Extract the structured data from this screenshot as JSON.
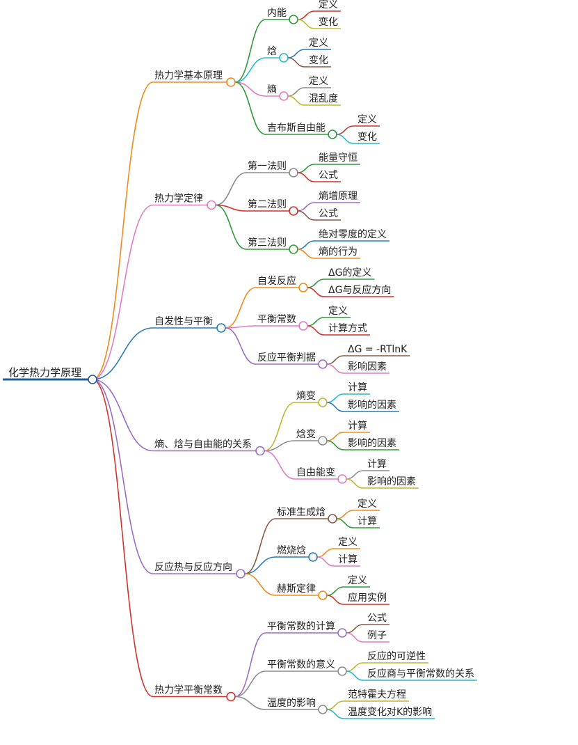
{
  "root": {
    "label": "化学热力学原理",
    "color": "#1f5fa0"
  },
  "branches": [
    {
      "label": "热力学基本原理",
      "color": "#f08a1c",
      "children": [
        {
          "label": "内能",
          "color": "#2e9a3a",
          "leaves": [
            {
              "label": "定义",
              "color": "#d2322d"
            },
            {
              "label": "变化",
              "color": "#c9b82c"
            }
          ]
        },
        {
          "label": "焓",
          "color": "#22b9c9",
          "leaves": [
            {
              "label": "定义",
              "color": "#2a7ab8"
            },
            {
              "label": "变化",
              "color": "#8a5a44"
            }
          ]
        },
        {
          "label": "熵",
          "color": "#e07bc4",
          "leaves": [
            {
              "label": "定义",
              "color": "#8c8c8c"
            },
            {
              "label": "混乱度",
              "color": "#bdb531"
            }
          ]
        },
        {
          "label": "吉布斯自由能",
          "color": "#2e9a3a",
          "leaves": [
            {
              "label": "定义",
              "color": "#d2322d"
            },
            {
              "label": "变化",
              "color": "#22b9c9"
            }
          ]
        }
      ]
    },
    {
      "label": "热力学定律",
      "color": "#e07bc4",
      "children": [
        {
          "label": "第一法则",
          "color": "#8c8c8c",
          "leaves": [
            {
              "label": "能量守恒",
              "color": "#2e9a3a"
            },
            {
              "label": "公式",
              "color": "#d2322d"
            }
          ]
        },
        {
          "label": "第二法则",
          "color": "#d2322d",
          "leaves": [
            {
              "label": "熵增原理",
              "color": "#9b6bc8"
            },
            {
              "label": "公式",
              "color": "#8a5a44"
            }
          ]
        },
        {
          "label": "第三法则",
          "color": "#2e9a3a",
          "leaves": [
            {
              "label": "绝对零度的定义",
              "color": "#2a7ab8"
            },
            {
              "label": "熵的行为",
              "color": "#f08a1c"
            }
          ]
        }
      ]
    },
    {
      "label": "自发性与平衡",
      "color": "#2a7ab8",
      "children": [
        {
          "label": "自发反应",
          "color": "#f08a1c",
          "leaves": [
            {
              "label": "ΔG的定义",
              "color": "#2e9a3a"
            },
            {
              "label": "ΔG与反应方向",
              "color": "#d2322d"
            }
          ]
        },
        {
          "label": "平衡常数",
          "color": "#e07bc4",
          "leaves": [
            {
              "label": "定义",
              "color": "#2e9a3a"
            },
            {
              "label": "计算方式",
              "color": "#d2322d"
            }
          ]
        },
        {
          "label": "反应平衡判据",
          "color": "#9b6bc8",
          "leaves": [
            {
              "label": "ΔG = -RTlnK",
              "color": "#8a5a44"
            },
            {
              "label": "影响因素",
              "color": "#e07bc4"
            }
          ]
        }
      ]
    },
    {
      "label": "熵、焓与自由能的关系",
      "color": "#9b6bc8",
      "children": [
        {
          "label": "熵变",
          "color": "#bdb531",
          "leaves": [
            {
              "label": "计算",
              "color": "#22b9c9"
            },
            {
              "label": "影响的因素",
              "color": "#2a7ab8"
            }
          ]
        },
        {
          "label": "焓变",
          "color": "#8c8c8c",
          "leaves": [
            {
              "label": "计算",
              "color": "#f08a1c"
            },
            {
              "label": "影响的因素",
              "color": "#2e9a3a"
            }
          ]
        },
        {
          "label": "自由能变",
          "color": "#e07bc4",
          "leaves": [
            {
              "label": "计算",
              "color": "#8c8c8c"
            },
            {
              "label": "影响的因素",
              "color": "#bdb531"
            }
          ]
        }
      ]
    },
    {
      "label": "反应热与反应方向",
      "color": "#9b6bc8",
      "children": [
        {
          "label": "标准生成焓",
          "color": "#8a5a44",
          "leaves": [
            {
              "label": "定义",
              "color": "#f08a1c"
            },
            {
              "label": "计算",
              "color": "#2e9a3a"
            }
          ]
        },
        {
          "label": "燃烧焓",
          "color": "#2a7ab8",
          "leaves": [
            {
              "label": "定义",
              "color": "#f08a1c"
            },
            {
              "label": "计算",
              "color": "#e07bc4"
            }
          ]
        },
        {
          "label": "赫斯定律",
          "color": "#f08a1c",
          "leaves": [
            {
              "label": "定义",
              "color": "#2e9a3a"
            },
            {
              "label": "应用实例",
              "color": "#d2322d"
            }
          ]
        }
      ]
    },
    {
      "label": "热力学平衡常数",
      "color": "#d2322d",
      "children": [
        {
          "label": "平衡常数的计算",
          "color": "#9b6bc8",
          "leaves": [
            {
              "label": "公式",
              "color": "#8a5a44"
            },
            {
              "label": "例子",
              "color": "#e07bc4"
            }
          ]
        },
        {
          "label": "平衡常数的意义",
          "color": "#8c8c8c",
          "leaves": [
            {
              "label": "反应的可逆性",
              "color": "#bdb531"
            },
            {
              "label": "反应商与平衡常数的关系",
              "color": "#22b9c9"
            }
          ]
        },
        {
          "label": "温度的影响",
          "color": "#8c8c8c",
          "leaves": [
            {
              "label": "范特霍夫方程",
              "color": "#bdb531"
            },
            {
              "label": "温度变化对K的影响",
              "color": "#22b9c9"
            }
          ]
        }
      ]
    }
  ]
}
